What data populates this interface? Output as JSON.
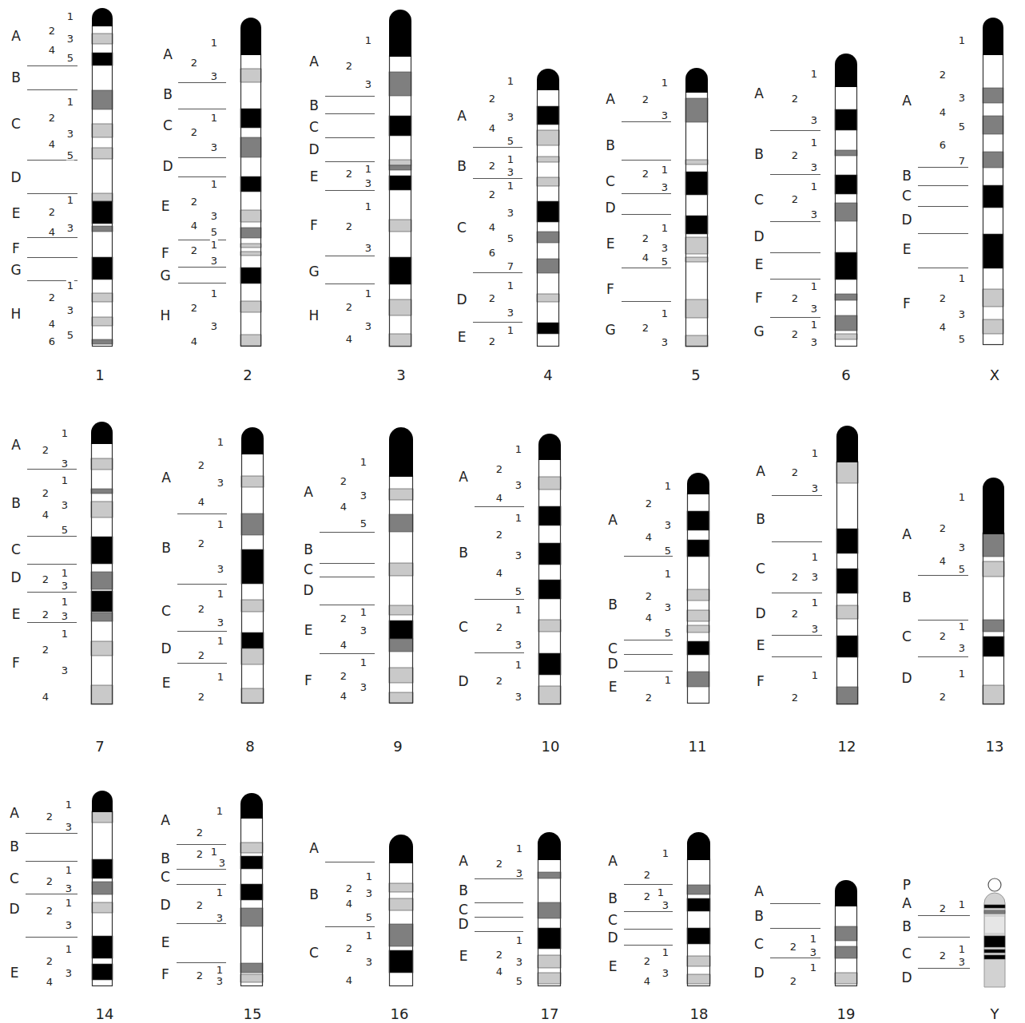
{
  "diagram": {
    "labels": [
      "1",
      "A",
      "2",
      "3",
      "4",
      "5",
      "B",
      "1",
      "C",
      "2",
      "3",
      "4",
      "5",
      "D",
      "1",
      "E",
      "2",
      "4",
      "3",
      "F",
      "G",
      "1",
      "H",
      "2",
      "3",
      "4",
      "5",
      "6",
      "1",
      "1",
      "A",
      "2",
      "3",
      "B",
      "C",
      "1",
      "2",
      "3",
      "D",
      "1",
      "E",
      "2",
      "3",
      "4",
      "5",
      "F",
      "2",
      "1",
      "3",
      "G",
      "H",
      "1",
      "2",
      "3",
      "4",
      "2",
      "1",
      "A",
      "2",
      "3",
      "B",
      "C",
      "D",
      "E",
      "2",
      "1",
      "3",
      "F",
      "1",
      "2",
      "3",
      "G",
      "H",
      "1",
      "2",
      "3",
      "4",
      "3",
      "1",
      "A",
      "2",
      "3",
      "4",
      "5",
      "B",
      "2",
      "1",
      "3",
      "1",
      "2",
      "C",
      "3",
      "4",
      "5",
      "6",
      "7",
      "D",
      "1",
      "2",
      "3",
      "E",
      "1",
      "2",
      "4",
      "1",
      "A",
      "2",
      "3",
      "B",
      "C",
      "2",
      "1",
      "3",
      "D",
      "E",
      "1",
      "2",
      "3",
      "4",
      "5",
      "F",
      "G",
      "1",
      "2",
      "3",
      "5",
      "1",
      "A",
      "2",
      "3",
      "B",
      "1",
      "2",
      "3",
      "C",
      "1",
      "2",
      "3",
      "D",
      "E",
      "F",
      "1",
      "2",
      "3",
      "G",
      "1",
      "2",
      "3",
      "6",
      "1",
      "2",
      "A",
      "3",
      "4",
      "5",
      "6",
      "7",
      "B",
      "C",
      "D",
      "E",
      "F",
      "1",
      "2",
      "3",
      "4",
      "5",
      "X",
      "1",
      "A",
      "2",
      "3",
      "B",
      "1",
      "2",
      "3",
      "4",
      "5",
      "C",
      "D",
      "2",
      "1",
      "3",
      "E",
      "1",
      "2",
      "3",
      "F",
      "1",
      "2",
      "3",
      "4",
      "7",
      "1",
      "A",
      "2",
      "3",
      "4",
      "B",
      "1",
      "2",
      "3",
      "C",
      "1",
      "2",
      "3",
      "D",
      "1",
      "2",
      "E",
      "1",
      "2",
      "8",
      "1",
      "A",
      "2",
      "3",
      "4",
      "5",
      "B",
      "C",
      "D",
      "E",
      "2",
      "1",
      "3",
      "4",
      "F",
      "1",
      "2",
      "3",
      "4",
      "9",
      "1",
      "A",
      "2",
      "3",
      "4",
      "1",
      "B",
      "2",
      "3",
      "4",
      "5",
      "C",
      "1",
      "2",
      "3",
      "D",
      "1",
      "2",
      "3",
      "10",
      "1",
      "A",
      "2",
      "3",
      "4",
      "5",
      "1",
      "B",
      "2",
      "3",
      "4",
      "5",
      "C",
      "D",
      "E",
      "1",
      "2",
      "11",
      "1",
      "A",
      "2",
      "3",
      "B",
      "C",
      "1",
      "2",
      "3",
      "D",
      "1",
      "2",
      "3",
      "E",
      "F",
      "1",
      "2",
      "12",
      "1",
      "A",
      "2",
      "3",
      "4",
      "5",
      "B",
      "C",
      "1",
      "2",
      "3",
      "D",
      "1",
      "2",
      "13",
      "A",
      "1",
      "2",
      "3",
      "B",
      "C",
      "1",
      "2",
      "3",
      "D",
      "1",
      "2",
      "3",
      "E",
      "1",
      "2",
      "3",
      "4",
      "14",
      "A",
      "1",
      "2",
      "B",
      "2",
      "1",
      "3",
      "C",
      "D",
      "1",
      "2",
      "3",
      "E",
      "F",
      "2",
      "1",
      "3",
      "15",
      "A",
      "B",
      "1",
      "2",
      "3",
      "4",
      "5",
      "C",
      "1",
      "2",
      "3",
      "4",
      "16",
      "A",
      "1",
      "2",
      "3",
      "B",
      "C",
      "D",
      "E",
      "1",
      "2",
      "3",
      "4",
      "5",
      "17",
      "A",
      "1",
      "2",
      "B",
      "2",
      "1",
      "3",
      "C",
      "D",
      "E",
      "1",
      "2",
      "3",
      "4",
      "18",
      "A",
      "B",
      "C",
      "2",
      "1",
      "3",
      "D",
      "1",
      "2",
      "19",
      "P",
      "A",
      "2",
      "1",
      "B",
      "C",
      "2",
      "1",
      "3",
      "D",
      "Y"
    ]
  }
}
